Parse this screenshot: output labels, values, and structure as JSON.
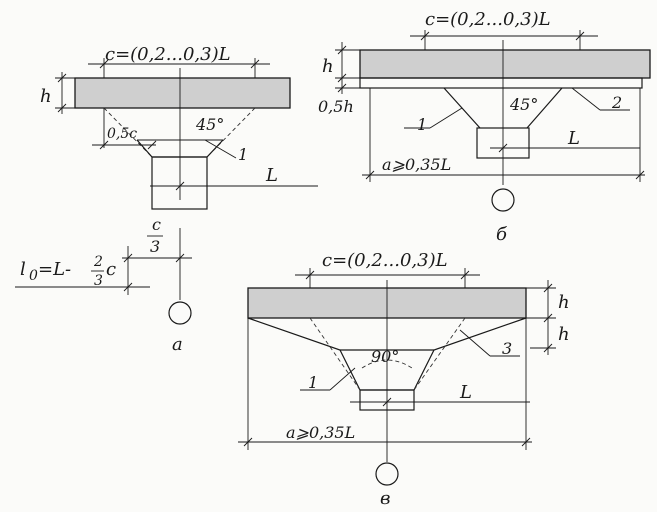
{
  "labels": {
    "c_formula": "c=(0,2...0,3)L",
    "h": "h",
    "half_c": "0,5c",
    "angle45": "45°",
    "angle90": "90°",
    "num1": "1",
    "num2": "2",
    "num3": "3",
    "L": "L",
    "half_h": "0,5h",
    "a_cond": "a⩾0,35L",
    "l0_lhs": "l",
    "l0_sub": "0",
    "l0_rhs": "=L-",
    "frac_num": "2",
    "frac_den": "3",
    "frac_tail": "c",
    "c3_num": "c",
    "c3_den": "3"
  },
  "captions": {
    "a": "а",
    "b": "б",
    "v": "в"
  }
}
